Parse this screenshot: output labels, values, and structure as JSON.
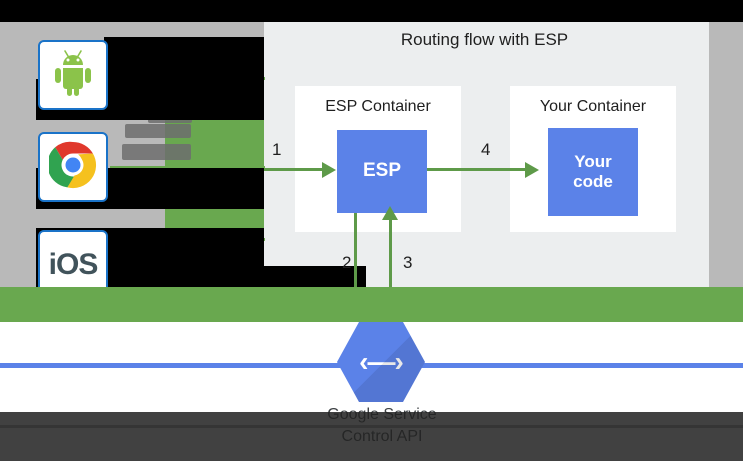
{
  "diagram": {
    "title": "Routing flow with ESP",
    "type": "flow",
    "accent_green": "#69a84f",
    "accent_blue": "#5b82e8",
    "card_background": "#eceeef",
    "page_background": "#b9b9b9",
    "clients": [
      {
        "name": "android",
        "label": "",
        "icon": "android-icon"
      },
      {
        "name": "chrome",
        "label": "",
        "icon": "chrome-icon"
      },
      {
        "name": "ios",
        "label": "iOS",
        "icon": "ios-icon"
      }
    ],
    "containers": [
      {
        "label": "ESP Container",
        "node_label": "ESP",
        "node_color": "#5b82e8"
      },
      {
        "label": "Your Container",
        "node_label": "Your\ncode",
        "node_line1": "Your",
        "node_line2": "code",
        "node_color": "#5b82e8"
      }
    ],
    "arrows": [
      {
        "id": "1",
        "label": "1",
        "from": "clients",
        "to": "ESP",
        "direction": "right"
      },
      {
        "id": "2",
        "label": "2",
        "from": "ESP",
        "to": "service-control",
        "direction": "down"
      },
      {
        "id": "3",
        "label": "3",
        "from": "service-control",
        "to": "ESP",
        "direction": "up"
      },
      {
        "id": "4",
        "label": "4",
        "from": "ESP",
        "to": "Your code",
        "direction": "right"
      }
    ],
    "service": {
      "icon": "google-service-control-hexagon-icon",
      "glyph": "‹—›",
      "caption_line1": "Google Service",
      "caption_line2": "Control API",
      "caption": "Google Service Control API"
    }
  }
}
